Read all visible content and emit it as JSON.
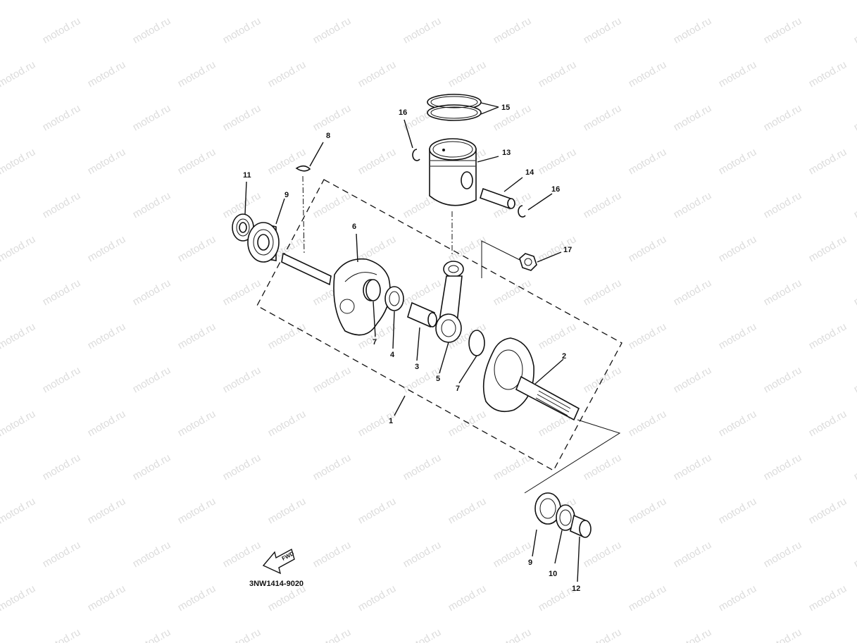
{
  "watermark": "motod.ru",
  "diagram_code": "3NW1414-9020",
  "fwd_label": "FWD",
  "labels": {
    "l1": "1",
    "l2": "2",
    "l3": "3",
    "l4": "4",
    "l5": "5",
    "l6": "6",
    "l7a": "7",
    "l7b": "7",
    "l8": "8",
    "l9a": "9",
    "l9b": "9",
    "l10": "10",
    "l11": "11",
    "l12": "12",
    "l13": "13",
    "l14": "14",
    "l15": "15",
    "l16a": "16",
    "l16b": "16",
    "l17": "17"
  }
}
